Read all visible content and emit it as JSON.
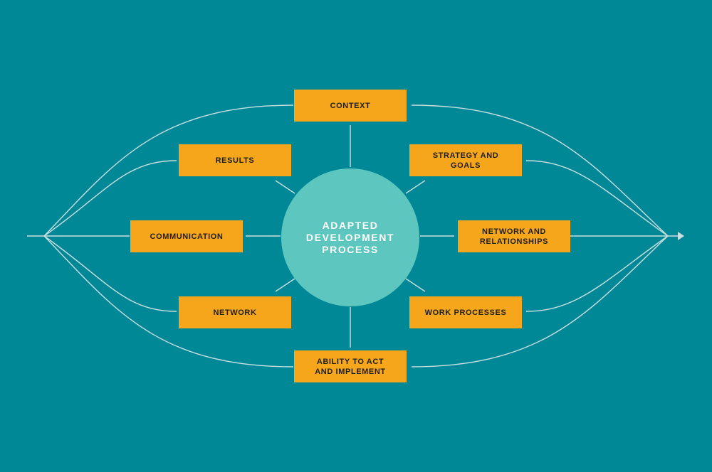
{
  "diagram": {
    "center": "ADAPTED DEVELOPMENT PROCESS",
    "factors": {
      "context": "CONTEXT",
      "results": "RESULTS",
      "strategy_goals": "STRATEGY AND GOALS",
      "communication": "COMMUNICATION",
      "network_relationships": "NETWORK AND RELATIONSHIPS",
      "network": "NETWORK",
      "work_processes": "WORK PROCESSES",
      "ability": "ABILITY TO ACT AND IMPLEMENT"
    }
  },
  "colors": {
    "background": "#018896",
    "box": "#f6a61b",
    "hub": "#5dc6bf",
    "lines": "#c9dfe1"
  }
}
